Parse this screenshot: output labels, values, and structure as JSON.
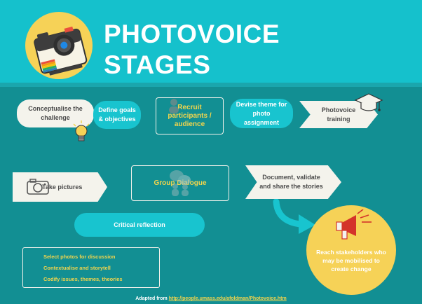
{
  "header": {
    "title_line1": "PHOTOVOICE",
    "title_line2": "STAGES"
  },
  "stages": {
    "conceptualise": "Conceptualise the challenge",
    "define_goals": "Define goals & objectives",
    "recruit": "Recruit participants / audience",
    "devise_theme": "Devise theme for photo assignment",
    "training": "Photovoice training",
    "take_pictures": "Take pictures",
    "group_dialogue": "Group Dialogue",
    "document": "Document, validate and share the stories",
    "critical_reflection": "Critical reflection",
    "reach": "Reach stakeholders who may be mobilised to create change"
  },
  "reflection_list": [
    "Select photos for discussion",
    "Contextualise and storytell",
    "Codify issues, themes, theories"
  ],
  "footer": {
    "prefix": "Adapted from ",
    "link": "http://people.umass.edu/afoldman/Photovoice.htm"
  },
  "colors": {
    "background": "#128f93",
    "header": "#15c1cc",
    "cyan_pill": "#18c4cf",
    "cream": "#f4f3ec",
    "yellow": "#f3d54c"
  },
  "icons": [
    "camera-icon",
    "lightbulb-icon",
    "graduation-cap-icon",
    "small-camera-icon",
    "speech-bubbles-icon",
    "curved-arrow-icon",
    "megaphone-icon"
  ]
}
